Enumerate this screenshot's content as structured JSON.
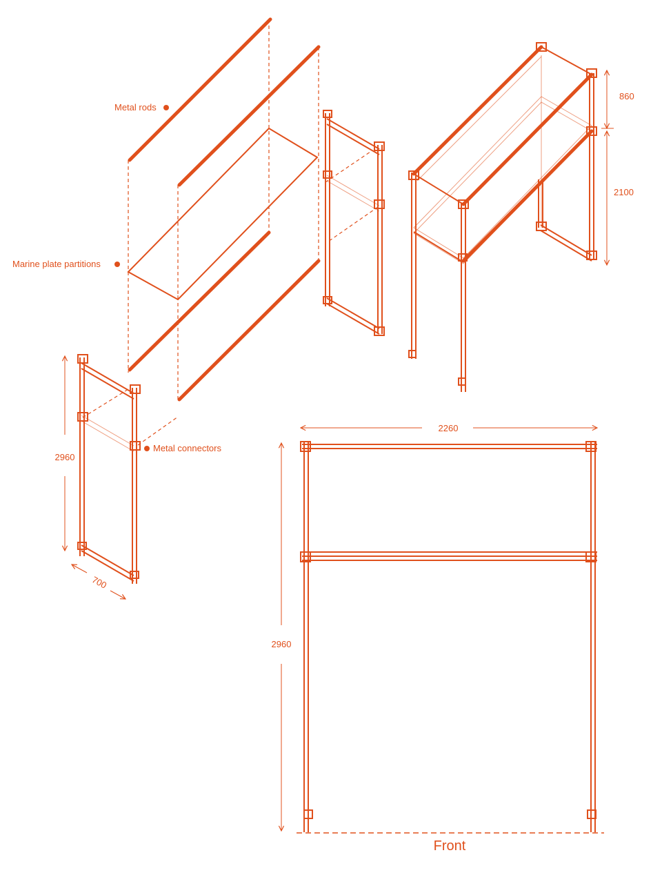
{
  "colors": {
    "accent": "#e0501c",
    "accent_light": "#f4a27e",
    "background": "#ffffff"
  },
  "labels": {
    "metal_rods": "Metal rods",
    "marine_plate": "Marine plate partitions",
    "metal_connectors": "Metal connectors"
  },
  "dimensions": {
    "iso_top_height": "860",
    "iso_bottom_height": "2100",
    "side_height": "2960",
    "side_depth": "700",
    "front_width": "2260",
    "front_height": "2960"
  },
  "front_view_label": "Front"
}
